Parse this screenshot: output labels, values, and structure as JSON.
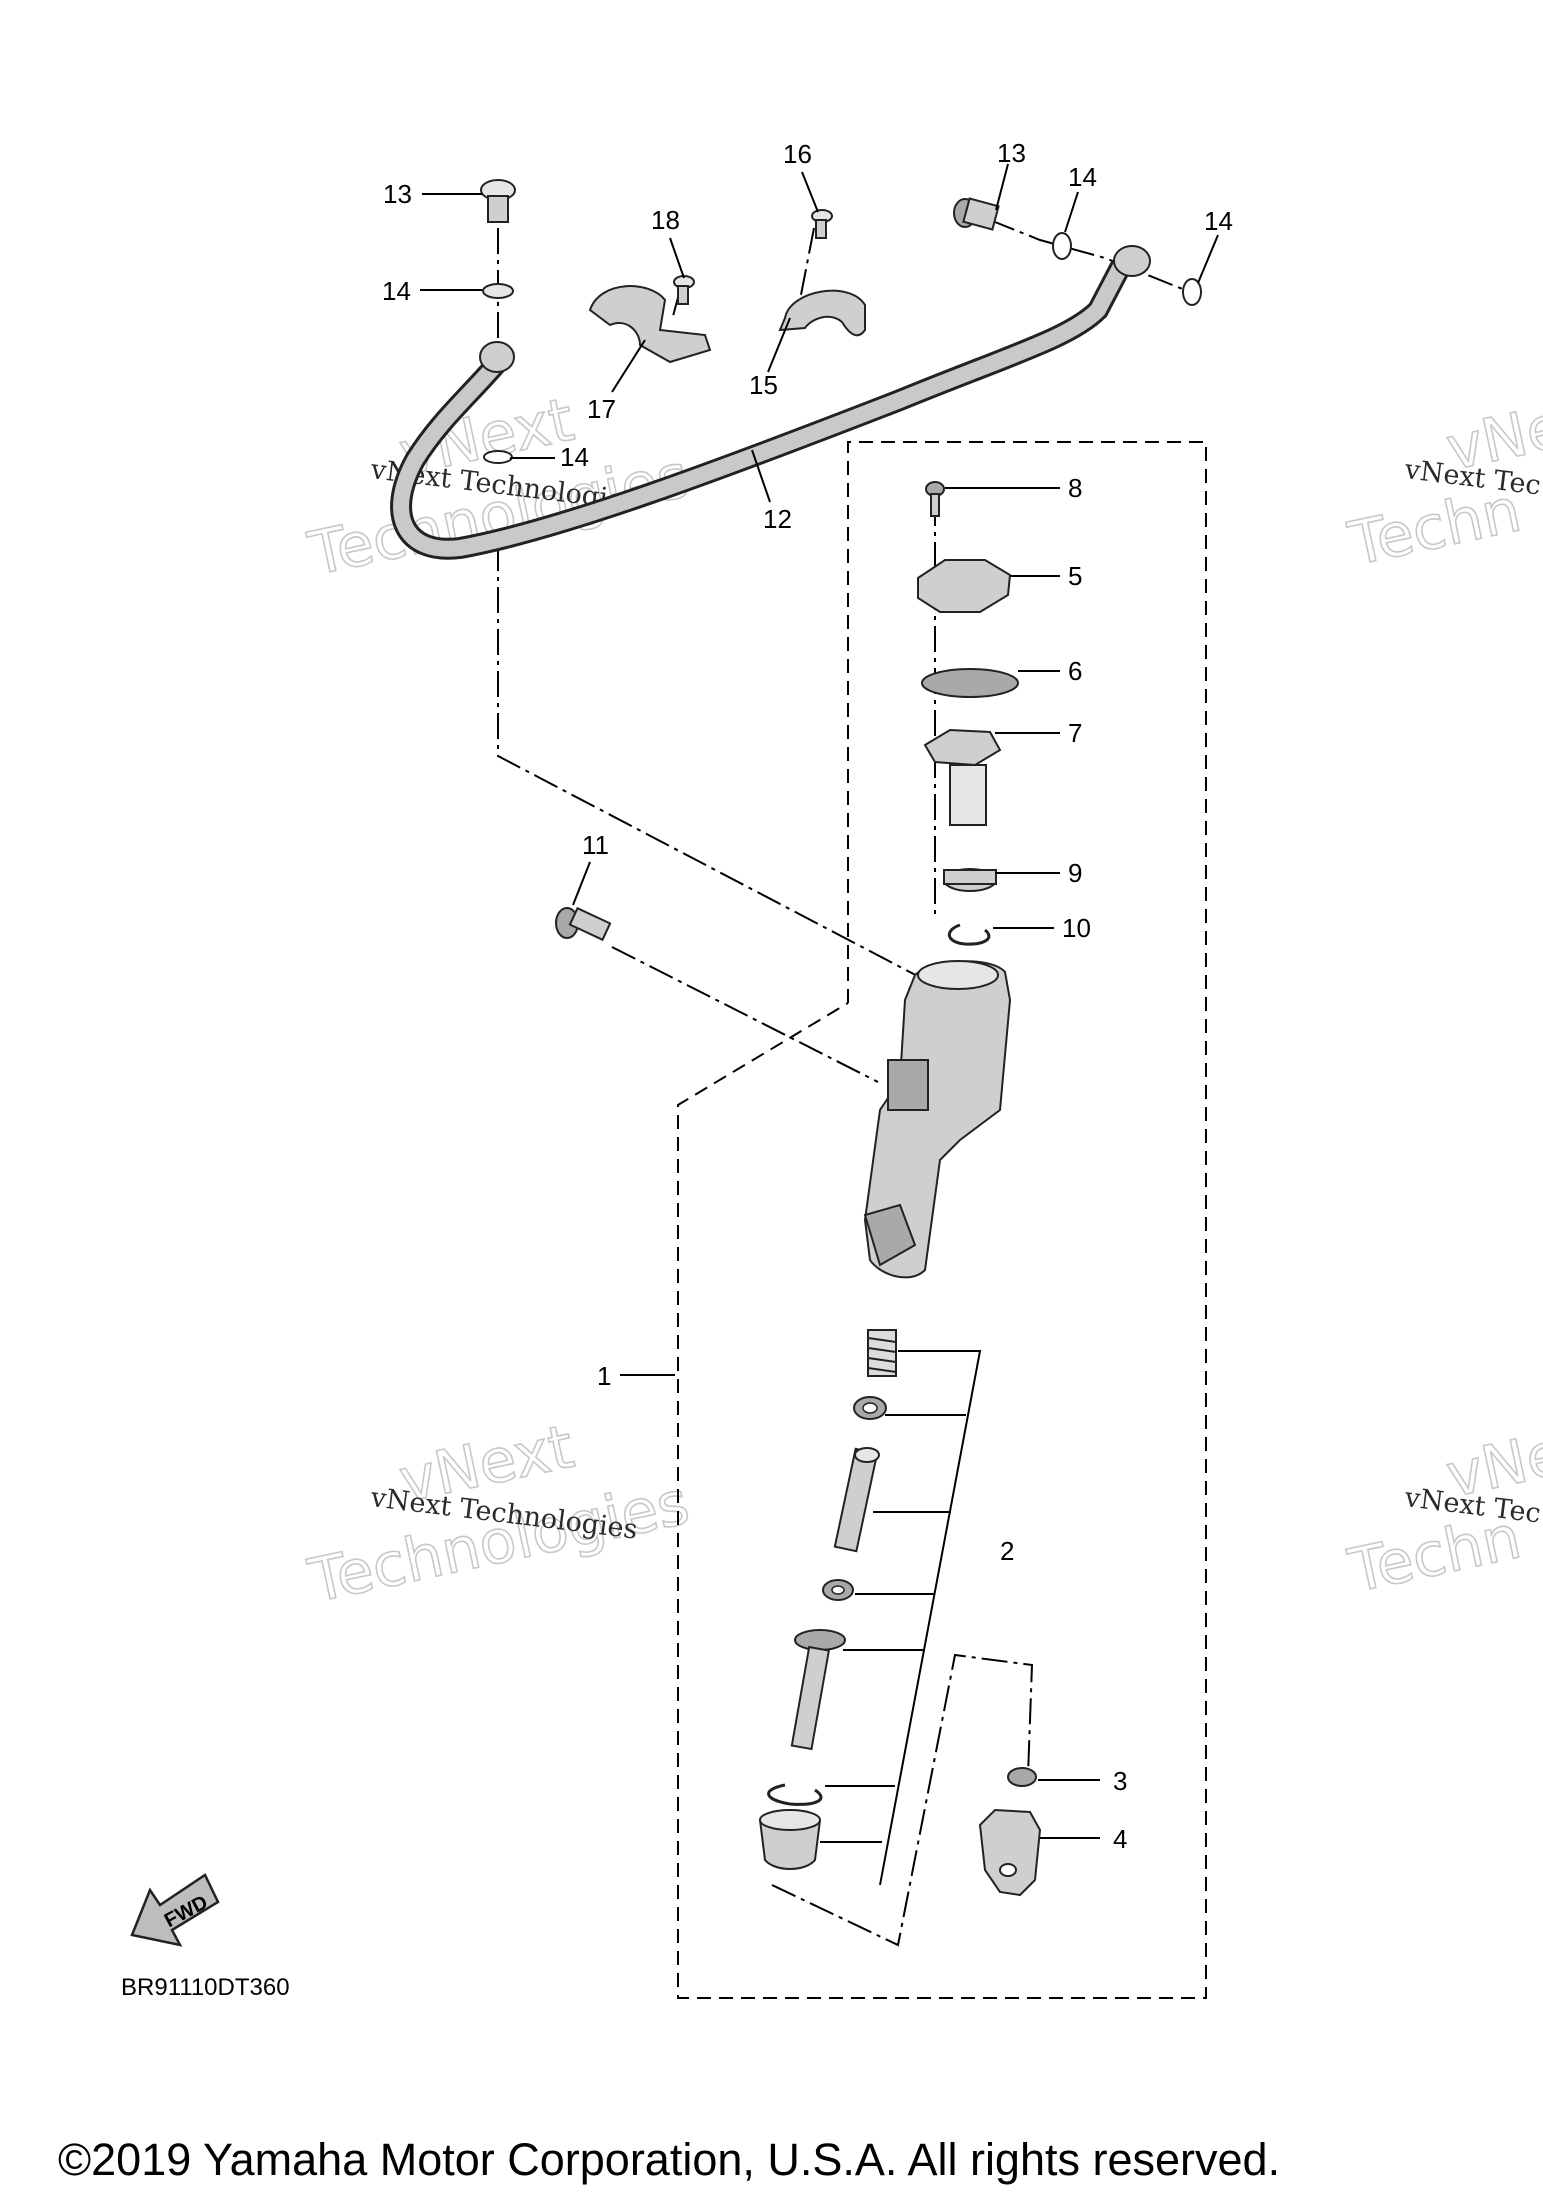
{
  "diagram": {
    "code": "BR91110DT360",
    "copyright": "©2019 Yamaha Motor Corporation, U.S.A. All rights reserved.",
    "fwd_label": "FWD",
    "watermark": {
      "big_line1": "vNext",
      "big_line2": "Technologies",
      "small": "vNext Technologies",
      "cut_small": "vNext Tec",
      "cut_big1": "vNe",
      "cut_big2": "Techn"
    },
    "callouts": {
      "c1": "1",
      "c2": "2",
      "c3": "3",
      "c4": "4",
      "c5": "5",
      "c6": "6",
      "c7": "7",
      "c8": "8",
      "c9": "9",
      "c10": "10",
      "c11": "11",
      "c12": "12",
      "c13a": "13",
      "c13b": "13",
      "c14a": "14",
      "c14b": "14",
      "c14c": "14",
      "c14d": "14",
      "c15": "15",
      "c16": "16",
      "c17": "17",
      "c18": "18"
    },
    "colors": {
      "line": "#000000",
      "part_fill": "#cfcfcf",
      "watermark": "#c8c8c8"
    }
  }
}
